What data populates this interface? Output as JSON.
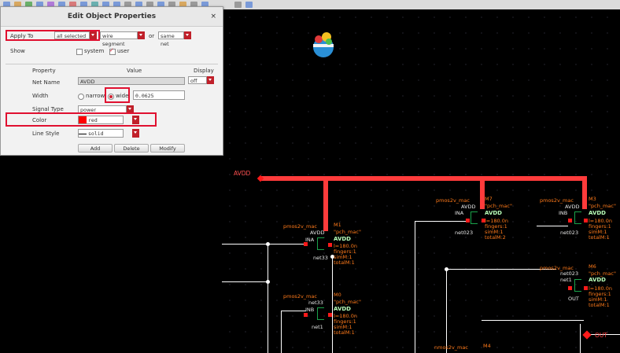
{
  "dialog": {
    "title": "Edit Object Properties",
    "close": "×",
    "apply_to": {
      "label": "Apply To",
      "scope": "all selected",
      "type": "wire segment",
      "or_label": "or",
      "net": "same net"
    },
    "show": {
      "label": "Show",
      "system": "system",
      "user": "user"
    },
    "headers": {
      "property": "Property",
      "value": "Value",
      "display": "Display"
    },
    "net_name": {
      "label": "Net Name",
      "value": "AVDD",
      "display": "off"
    },
    "width": {
      "label": "Width",
      "narrow": "narrow",
      "wide": "wide",
      "value": "0.0625"
    },
    "signal_type": {
      "label": "Signal Type",
      "value": "power"
    },
    "color": {
      "label": "Color",
      "value": "red",
      "swatch": "#ff0000"
    },
    "line_style": {
      "label": "Line Style",
      "value": "solid"
    },
    "buttons": {
      "add": "Add",
      "delete": "Delete",
      "modify": "Modify"
    }
  },
  "schematic": {
    "net_avdd": "AVDD",
    "out_pin": "OUT",
    "m1": {
      "cell": "pmos2v_mac",
      "inst": "M1",
      "model": "\"pch_mac\"",
      "src": "AVDD",
      "gate": "INA",
      "drain": "net33",
      "params": "l=180.0n\nfingers:1\nsimM:1\ntotalM:1"
    },
    "m7": {
      "cell": "pmos2v_mac",
      "inst": "M7",
      "model": "\"pch_mac\"",
      "src": "AVDD",
      "gate": "INA",
      "drain": "net023",
      "params": "l=180.0n\nfingers:1\nsimM:1\ntotalM:2"
    },
    "m3": {
      "cell": "pmos2v_mac",
      "inst": "M3",
      "model": "\"pch_mac\"",
      "src": "AVDD",
      "gate": "INB",
      "drain": "net023",
      "params": "l=180.0n\nfingers:1\nsimM:1\ntotalM:1"
    },
    "m0": {
      "cell": "pmos2v_mac",
      "inst": "M0",
      "model": "\"pch_mac\"",
      "src": "net33",
      "gate": "INB",
      "drain": "net1",
      "params": "l=180.0n\nfingers:1\nsimM:1\ntotalM:1"
    },
    "m6": {
      "cell": "pmos2v_mac",
      "inst": "M6",
      "model": "\"pch_mac\"",
      "src": "net023",
      "gate": "net1",
      "drain": "OUT",
      "params": "l=180.0n\nfingers:1\nsimM:1\ntotalM:1"
    },
    "m4": {
      "cell": "nmos2v_mac",
      "inst": "M4"
    },
    "big_label": "AVDD"
  },
  "colors": {
    "accent_red": "#e01030",
    "bus": "#ff3b3b",
    "label_orange": "#ff7a1a",
    "device_green": "#1aa34a"
  }
}
